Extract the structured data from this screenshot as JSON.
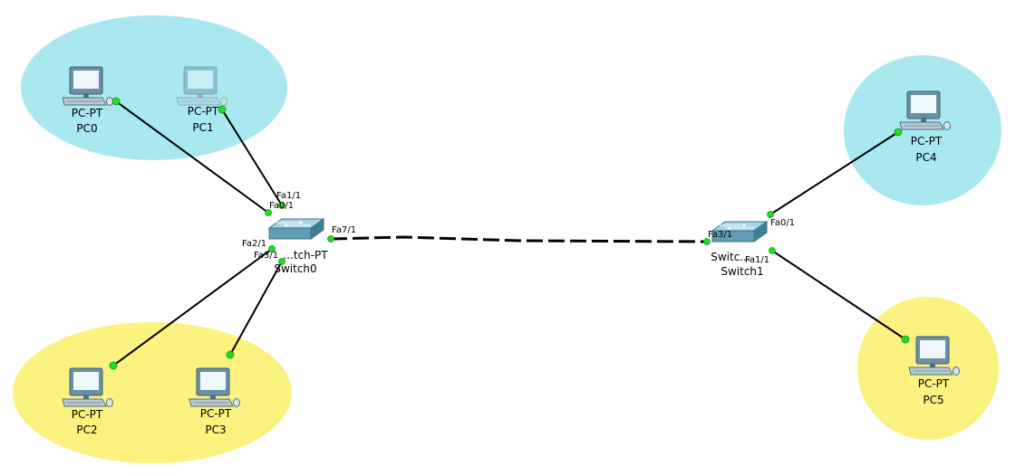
{
  "colors": {
    "zone_blue": "#a9e8ef",
    "zone_yellow": "#fbf280",
    "link": "#000000",
    "port_led": "#22dd22",
    "switch_body": "#5f9fb5"
  },
  "zones": [
    {
      "id": "zone-top-left",
      "color": "zone_blue"
    },
    {
      "id": "zone-bottom-left",
      "color": "zone_yellow"
    },
    {
      "id": "zone-top-right",
      "color": "zone_blue"
    },
    {
      "id": "zone-bottom-right",
      "color": "zone_yellow"
    }
  ],
  "pcs": [
    {
      "model": "PC-PT",
      "name": "PC0",
      "icon": "desktop-pc-icon"
    },
    {
      "model": "PC-PT",
      "name": "PC1",
      "icon": "desktop-pc-icon",
      "faded": true
    },
    {
      "model": "PC-PT",
      "name": "PC2",
      "icon": "desktop-pc-icon"
    },
    {
      "model": "PC-PT",
      "name": "PC3",
      "icon": "desktop-pc-icon"
    },
    {
      "model": "PC-PT",
      "name": "PC4",
      "icon": "desktop-pc-icon"
    },
    {
      "model": "PC-PT",
      "name": "PC5",
      "icon": "desktop-pc-icon"
    }
  ],
  "switches": [
    {
      "model": "Switch-PT",
      "model_shown": "...tch-PT",
      "name": "Switch0",
      "icon": "switch-icon"
    },
    {
      "model": "Switch-PT",
      "model_shown": "Switc...",
      "name": "Switch1",
      "icon": "switch-icon"
    }
  ],
  "port_labels": {
    "sw0_fa1_1": "Fa1/1",
    "sw0_fa0_1": "Fa0/1",
    "sw0_fa7_1": "Fa7/1",
    "sw0_fa2_1": "Fa2/1",
    "sw0_fa3_1": "Fa3/1",
    "sw1_fa3_1": "Fa3/1",
    "sw1_fa0_1": "Fa0/1",
    "sw1_fa1_1": "Fa1/1"
  },
  "links": [
    {
      "from": "PC0",
      "to": "Switch0",
      "type": "straight-through"
    },
    {
      "from": "PC1",
      "to": "Switch0",
      "type": "straight-through"
    },
    {
      "from": "PC2",
      "to": "Switch0",
      "type": "straight-through"
    },
    {
      "from": "PC3",
      "to": "Switch0",
      "type": "straight-through"
    },
    {
      "from": "Switch0",
      "to": "Switch1",
      "type": "crossover"
    },
    {
      "from": "PC4",
      "to": "Switch1",
      "type": "straight-through"
    },
    {
      "from": "PC5",
      "to": "Switch1",
      "type": "straight-through"
    }
  ]
}
